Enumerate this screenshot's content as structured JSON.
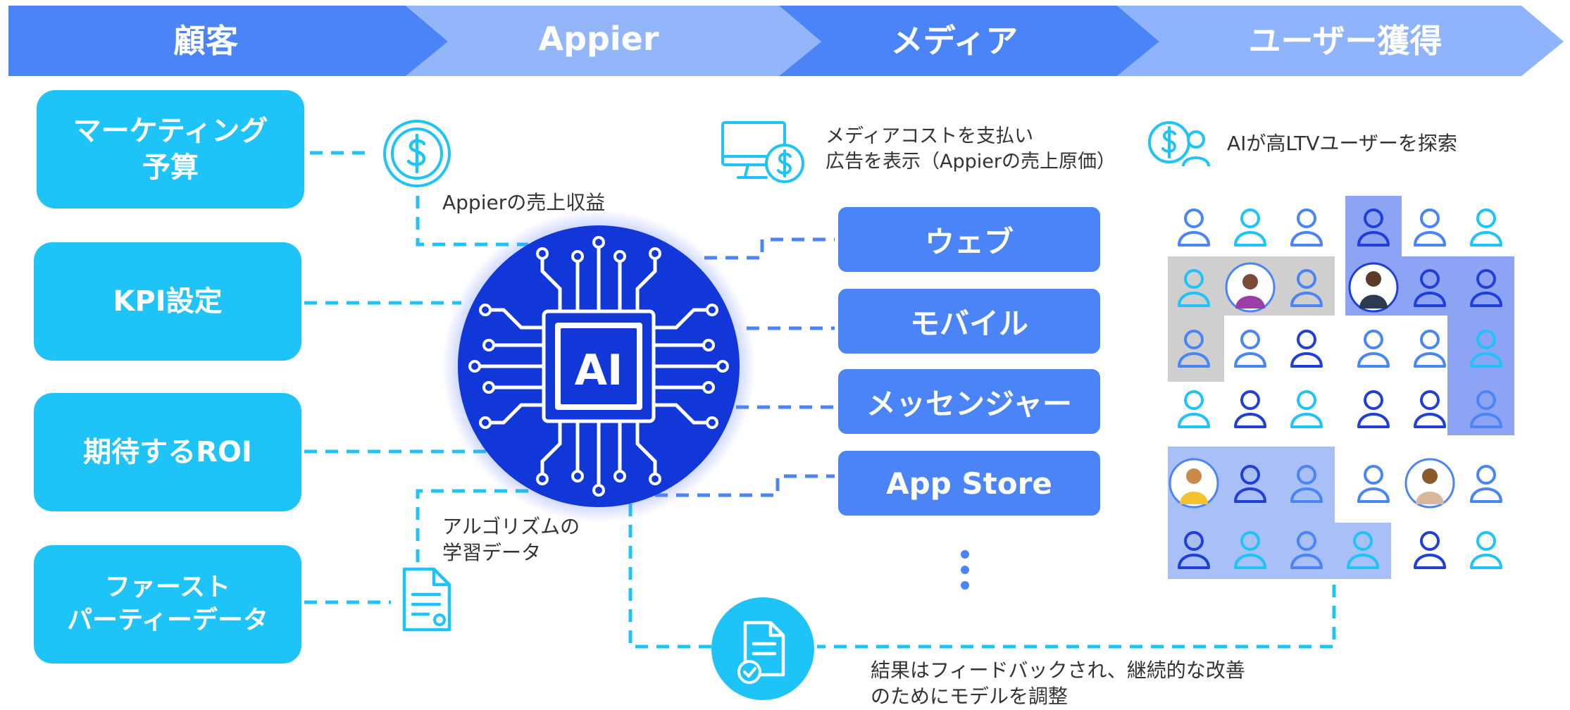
{
  "header": {
    "steps": [
      {
        "label": "顧客"
      },
      {
        "label": "Appier"
      },
      {
        "label": "メディア"
      },
      {
        "label": "ユーザー獲得"
      }
    ]
  },
  "client_inputs": [
    {
      "label": "マーケティング\n予算"
    },
    {
      "label": "KPI設定"
    },
    {
      "label": "期待するROI"
    },
    {
      "label": "ファースト\nパーティーデータ"
    }
  ],
  "appier": {
    "ai_label": "AI",
    "revenue_caption": "Appierの売上収益",
    "training_caption": "アルゴリズムの\n学習データ"
  },
  "media": {
    "caption": "メディアコストを支払い\n広告を表示（Appierの売上原価）",
    "channels": [
      {
        "label": "ウェブ"
      },
      {
        "label": "モバイル"
      },
      {
        "label": "メッセンジャー"
      },
      {
        "label": "App Store"
      }
    ]
  },
  "acquisition": {
    "caption": "AIが高LTVユーザーを探索"
  },
  "feedback": {
    "caption": "結果はフィードバックされ、継続的な改善\nのためにモデルを調整"
  },
  "colors": {
    "cyan": "#1ec4f7",
    "blue": "#4b84f6",
    "navy": "#1f3fd6",
    "ai_circle": "#1237d9",
    "header_dark": "#4b84f6",
    "header_light": "#8fb4fb"
  },
  "icons": [
    "dollar-coin-icon",
    "monitor-dollar-icon",
    "dollar-user-icon",
    "document-icon",
    "document-check-icon",
    "ai-chip-icon",
    "user-icon",
    "vertical-ellipsis-icon"
  ]
}
